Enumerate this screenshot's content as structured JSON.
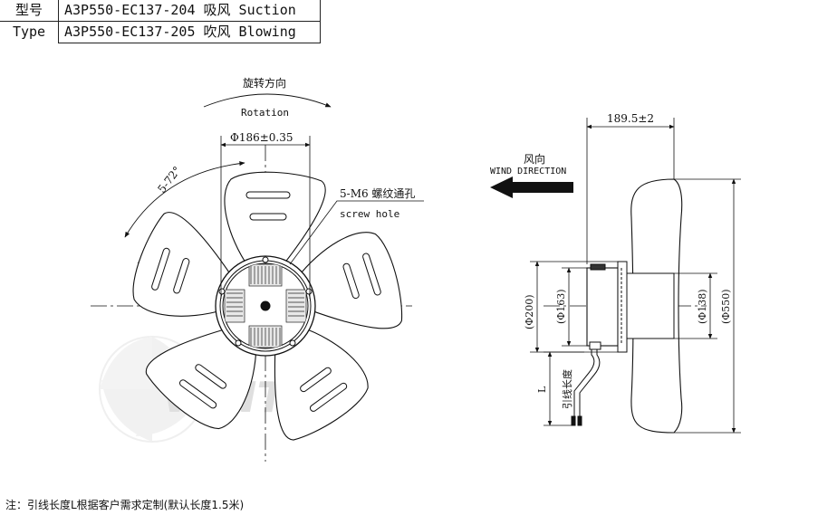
{
  "type_table": {
    "label_cn": "型号",
    "label_en": "Type",
    "model_suction": "A3P550-EC137-204 吸风 Suction",
    "model_blowing": "A3P550-EC137-205 吹风 Blowing"
  },
  "front_view": {
    "rotation_cn": "旋转方向",
    "rotation_en": "Rotation",
    "bolt_circle": "Φ186±0.35",
    "angle": "5-72°",
    "screw_cn": "5-M6 螺纹通孔",
    "screw_en": "screw hole"
  },
  "side_view": {
    "depth": "189.5±2",
    "wind_cn": "风向",
    "wind_en": "WIND DIRECTION",
    "dia_200": "(Φ200)",
    "dia_163": "(Φ163)",
    "dia_138": "(Φ138)",
    "dia_550": "(Φ550)",
    "lead_label": "L",
    "lead_cn": "引线长度"
  },
  "watermark": "VENTEL",
  "note": "注：引线长度L根据客户需求定制(默认长度1.5米)"
}
